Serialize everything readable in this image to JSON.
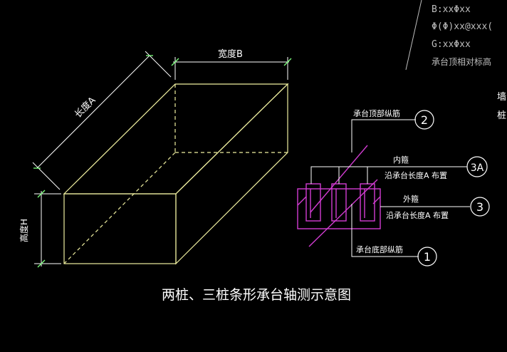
{
  "colors": {
    "background": "#000000",
    "box_edge": "#f0f0a0",
    "dimension": "#ffffff",
    "dim_tick": "#7cff7c",
    "rebar_magenta": "#d23cd2",
    "label_white": "#ffffff",
    "legend_gray": "#bdbdbd"
  },
  "labels": {
    "width_b": "宽度B",
    "length_a": "长度A",
    "height_h": "高度H",
    "title": "两桩、三桩条形承台轴测示意图"
  },
  "callouts": {
    "top_rebar": {
      "text": "承台顶部纵筋",
      "number": "2"
    },
    "inner_stirrup": {
      "text": "内箍",
      "sub": "沿承台长度A 布置",
      "number": "3A"
    },
    "outer_stirrup": {
      "text": "外箍",
      "sub": "沿承台长度A 布置",
      "number": "3"
    },
    "bottom_rebar": {
      "text": "承台底部纵筋",
      "number": "1"
    }
  },
  "legend": {
    "line1": "B:xxΦxx",
    "line2": "Φ(Φ)xx@xxx(",
    "line3": "G:xxΦxx",
    "line4": "承台顶相对标高"
  },
  "right_edge": {
    "c1": "墙",
    "c2": "桩"
  }
}
